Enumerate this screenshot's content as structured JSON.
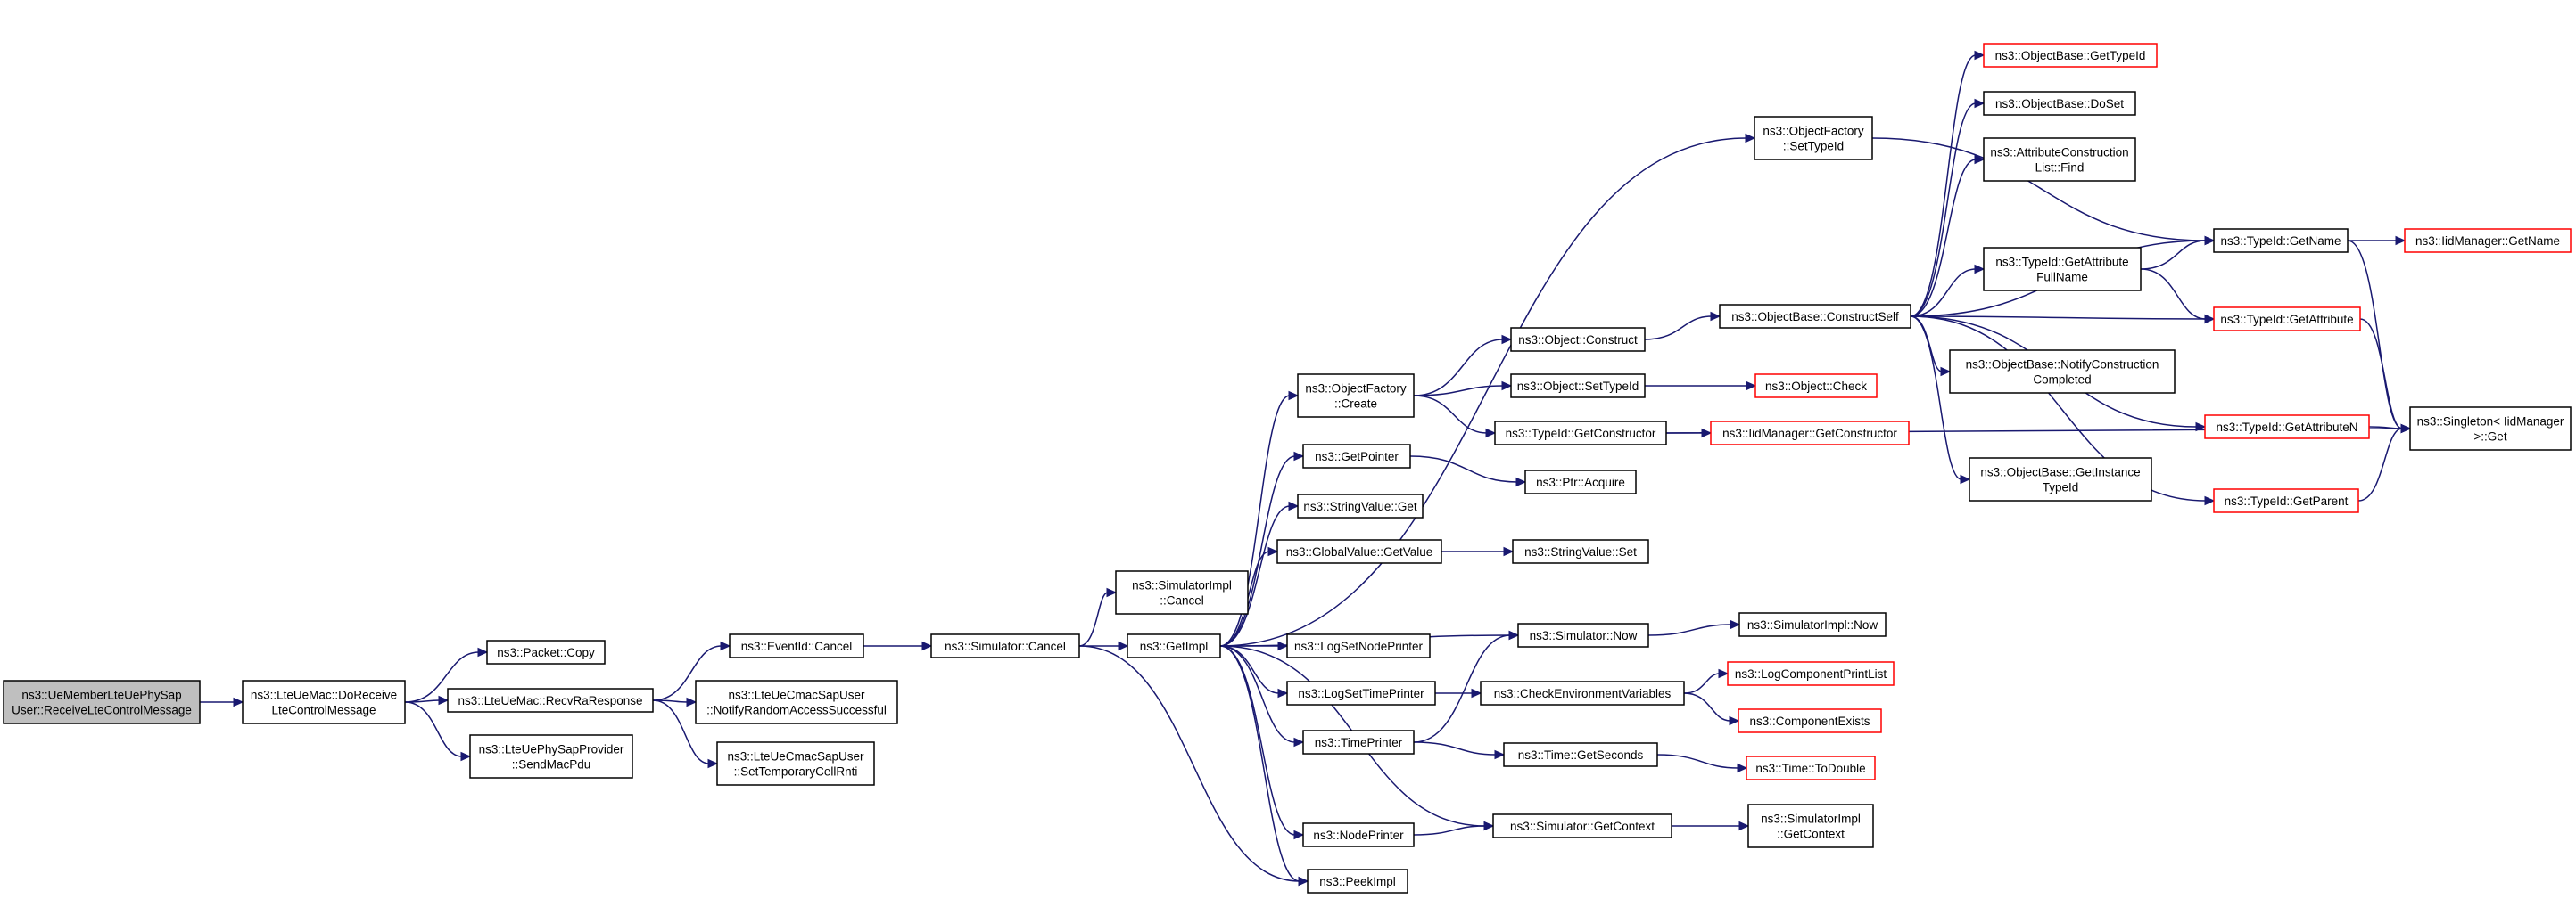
{
  "nodes": [
    {
      "id": "root",
      "lines": [
        "ns3::UeMemberLteUePhySap",
        "User::ReceiveLteControlMessage"
      ],
      "style": "root"
    },
    {
      "id": "doReceive",
      "lines": [
        "ns3::LteUeMac::DoReceive",
        "LteControlMessage"
      ],
      "style": "normal"
    },
    {
      "id": "packetCopy",
      "lines": [
        "ns3::Packet::Copy"
      ],
      "style": "normal"
    },
    {
      "id": "recvRa",
      "lines": [
        "ns3::LteUeMac::RecvRaResponse"
      ],
      "style": "normal"
    },
    {
      "id": "sendMacPdu",
      "lines": [
        "ns3::LteUePhySapProvider",
        "::SendMacPdu"
      ],
      "style": "normal"
    },
    {
      "id": "eventCancel",
      "lines": [
        "ns3::EventId::Cancel"
      ],
      "style": "normal"
    },
    {
      "id": "notifyRa",
      "lines": [
        "ns3::LteUeCmacSapUser",
        "::NotifyRandomAccessSuccessful"
      ],
      "style": "normal"
    },
    {
      "id": "setTempRnti",
      "lines": [
        "ns3::LteUeCmacSapUser",
        "::SetTemporaryCellRnti"
      ],
      "style": "normal"
    },
    {
      "id": "simCancel",
      "lines": [
        "ns3::Simulator::Cancel"
      ],
      "style": "normal"
    },
    {
      "id": "simImplCancel",
      "lines": [
        "ns3::SimulatorImpl",
        "::Cancel"
      ],
      "style": "normal"
    },
    {
      "id": "getImpl",
      "lines": [
        "ns3::GetImpl"
      ],
      "style": "normal"
    },
    {
      "id": "ofCreate",
      "lines": [
        "ns3::ObjectFactory",
        "::Create"
      ],
      "style": "normal"
    },
    {
      "id": "getPointer",
      "lines": [
        "ns3::GetPointer"
      ],
      "style": "normal"
    },
    {
      "id": "stringValueGet",
      "lines": [
        "ns3::StringValue::Get"
      ],
      "style": "normal"
    },
    {
      "id": "globalGetValue",
      "lines": [
        "ns3::GlobalValue::GetValue"
      ],
      "style": "normal"
    },
    {
      "id": "logSetNode",
      "lines": [
        "ns3::LogSetNodePrinter"
      ],
      "style": "normal"
    },
    {
      "id": "logSetTime",
      "lines": [
        "ns3::LogSetTimePrinter"
      ],
      "style": "normal"
    },
    {
      "id": "timePrinter",
      "lines": [
        "ns3::TimePrinter"
      ],
      "style": "normal"
    },
    {
      "id": "nodePrinter",
      "lines": [
        "ns3::NodePrinter"
      ],
      "style": "normal"
    },
    {
      "id": "peekImpl",
      "lines": [
        "ns3::PeekImpl"
      ],
      "style": "normal"
    },
    {
      "id": "ofSetTypeId",
      "lines": [
        "ns3::ObjectFactory",
        "::SetTypeId"
      ],
      "style": "normal"
    },
    {
      "id": "objConstruct",
      "lines": [
        "ns3::Object::Construct"
      ],
      "style": "normal"
    },
    {
      "id": "objSetTypeId",
      "lines": [
        "ns3::Object::SetTypeId"
      ],
      "style": "normal"
    },
    {
      "id": "typeGetCtor",
      "lines": [
        "ns3::TypeId::GetConstructor"
      ],
      "style": "normal"
    },
    {
      "id": "ptrAcquire",
      "lines": [
        "ns3::Ptr::Acquire"
      ],
      "style": "normal"
    },
    {
      "id": "stringValueSet",
      "lines": [
        "ns3::StringValue::Set"
      ],
      "style": "normal"
    },
    {
      "id": "simNow",
      "lines": [
        "ns3::Simulator::Now"
      ],
      "style": "normal"
    },
    {
      "id": "checkEnv",
      "lines": [
        "ns3::CheckEnvironmentVariables"
      ],
      "style": "normal"
    },
    {
      "id": "timeGetSeconds",
      "lines": [
        "ns3::Time::GetSeconds"
      ],
      "style": "normal"
    },
    {
      "id": "simGetContext",
      "lines": [
        "ns3::Simulator::GetContext"
      ],
      "style": "normal"
    },
    {
      "id": "constructSelf",
      "lines": [
        "ns3::ObjectBase::ConstructSelf"
      ],
      "style": "normal"
    },
    {
      "id": "objCheck",
      "lines": [
        "ns3::Object::Check"
      ],
      "style": "red"
    },
    {
      "id": "iidGetCtor",
      "lines": [
        "ns3::IidManager::GetConstructor"
      ],
      "style": "red"
    },
    {
      "id": "simImplNow",
      "lines": [
        "ns3::SimulatorImpl::Now"
      ],
      "style": "normal"
    },
    {
      "id": "logCompPrint",
      "lines": [
        "ns3::LogComponentPrintList"
      ],
      "style": "red"
    },
    {
      "id": "compExists",
      "lines": [
        "ns3::ComponentExists"
      ],
      "style": "red"
    },
    {
      "id": "timeToDouble",
      "lines": [
        "ns3::Time::ToDouble"
      ],
      "style": "red"
    },
    {
      "id": "simImplGetCtx",
      "lines": [
        "ns3::SimulatorImpl",
        "::GetContext"
      ],
      "style": "normal"
    },
    {
      "id": "obGetTypeId",
      "lines": [
        "ns3::ObjectBase::GetTypeId"
      ],
      "style": "red"
    },
    {
      "id": "obDoSet",
      "lines": [
        "ns3::ObjectBase::DoSet"
      ],
      "style": "normal"
    },
    {
      "id": "acListFind",
      "lines": [
        "ns3::AttributeConstruction",
        "List::Find"
      ],
      "style": "normal"
    },
    {
      "id": "tidGetAttrFull",
      "lines": [
        "ns3::TypeId::GetAttribute",
        "FullName"
      ],
      "style": "normal"
    },
    {
      "id": "obNotifyCC",
      "lines": [
        "ns3::ObjectBase::NotifyConstruction",
        "Completed"
      ],
      "style": "normal"
    },
    {
      "id": "obGetInstTid",
      "lines": [
        "ns3::ObjectBase::GetInstance",
        "TypeId"
      ],
      "style": "normal"
    },
    {
      "id": "tidGetName",
      "lines": [
        "ns3::TypeId::GetName"
      ],
      "style": "normal"
    },
    {
      "id": "tidGetAttr",
      "lines": [
        "ns3::TypeId::GetAttribute"
      ],
      "style": "red"
    },
    {
      "id": "tidGetAttrN",
      "lines": [
        "ns3::TypeId::GetAttributeN"
      ],
      "style": "red"
    },
    {
      "id": "tidGetParent",
      "lines": [
        "ns3::TypeId::GetParent"
      ],
      "style": "red"
    },
    {
      "id": "iidGetName",
      "lines": [
        "ns3::IidManager::GetName"
      ],
      "style": "red"
    },
    {
      "id": "singletonGet",
      "lines": [
        "ns3::Singleton< IidManager",
        ">::Get"
      ],
      "style": "normal"
    }
  ],
  "edges": [
    [
      "root",
      "doReceive"
    ],
    [
      "doReceive",
      "packetCopy"
    ],
    [
      "doReceive",
      "recvRa"
    ],
    [
      "doReceive",
      "sendMacPdu"
    ],
    [
      "recvRa",
      "eventCancel"
    ],
    [
      "recvRa",
      "notifyRa"
    ],
    [
      "recvRa",
      "setTempRnti"
    ],
    [
      "eventCancel",
      "simCancel"
    ],
    [
      "simCancel",
      "simImplCancel"
    ],
    [
      "simCancel",
      "getImpl"
    ],
    [
      "simCancel",
      "peekImpl"
    ],
    [
      "getImpl",
      "ofCreate"
    ],
    [
      "getImpl",
      "getPointer"
    ],
    [
      "getImpl",
      "stringValueGet"
    ],
    [
      "getImpl",
      "globalGetValue"
    ],
    [
      "getImpl",
      "logSetNode"
    ],
    [
      "getImpl",
      "logSetTime"
    ],
    [
      "getImpl",
      "timePrinter"
    ],
    [
      "getImpl",
      "nodePrinter"
    ],
    [
      "getImpl",
      "peekImpl"
    ],
    [
      "getImpl",
      "ofSetTypeId"
    ],
    [
      "getImpl",
      "simNow"
    ],
    [
      "getImpl",
      "simGetContext"
    ],
    [
      "ofCreate",
      "objConstruct"
    ],
    [
      "ofCreate",
      "objSetTypeId"
    ],
    [
      "ofCreate",
      "typeGetCtor"
    ],
    [
      "getPointer",
      "ptrAcquire"
    ],
    [
      "globalGetValue",
      "stringValueSet"
    ],
    [
      "logSetTime",
      "checkEnv"
    ],
    [
      "timePrinter",
      "simNow"
    ],
    [
      "timePrinter",
      "timeGetSeconds"
    ],
    [
      "nodePrinter",
      "simGetContext"
    ],
    [
      "objConstruct",
      "constructSelf"
    ],
    [
      "objSetTypeId",
      "objCheck"
    ],
    [
      "typeGetCtor",
      "iidGetCtor"
    ],
    [
      "typeGetCtor",
      "singletonGet"
    ],
    [
      "simNow",
      "simImplNow"
    ],
    [
      "checkEnv",
      "logCompPrint"
    ],
    [
      "checkEnv",
      "compExists"
    ],
    [
      "timeGetSeconds",
      "timeToDouble"
    ],
    [
      "simGetContext",
      "simImplGetCtx"
    ],
    [
      "ofSetTypeId",
      "tidGetName"
    ],
    [
      "constructSelf",
      "obGetTypeId"
    ],
    [
      "constructSelf",
      "obDoSet"
    ],
    [
      "constructSelf",
      "acListFind"
    ],
    [
      "constructSelf",
      "tidGetAttrFull"
    ],
    [
      "constructSelf",
      "obNotifyCC"
    ],
    [
      "constructSelf",
      "obGetInstTid"
    ],
    [
      "constructSelf",
      "tidGetName"
    ],
    [
      "constructSelf",
      "tidGetAttr"
    ],
    [
      "constructSelf",
      "tidGetAttrN"
    ],
    [
      "constructSelf",
      "tidGetParent"
    ],
    [
      "tidGetAttrFull",
      "tidGetName"
    ],
    [
      "tidGetAttrFull",
      "tidGetAttr"
    ],
    [
      "tidGetName",
      "iidGetName"
    ],
    [
      "tidGetName",
      "singletonGet"
    ],
    [
      "tidGetAttr",
      "singletonGet"
    ],
    [
      "tidGetAttrN",
      "singletonGet"
    ],
    [
      "tidGetParent",
      "singletonGet"
    ]
  ],
  "colors": {
    "edge": "#191970",
    "box_border": "#000000",
    "box_border_red": "#ff0000",
    "root_fill": "#bfbfbf"
  }
}
